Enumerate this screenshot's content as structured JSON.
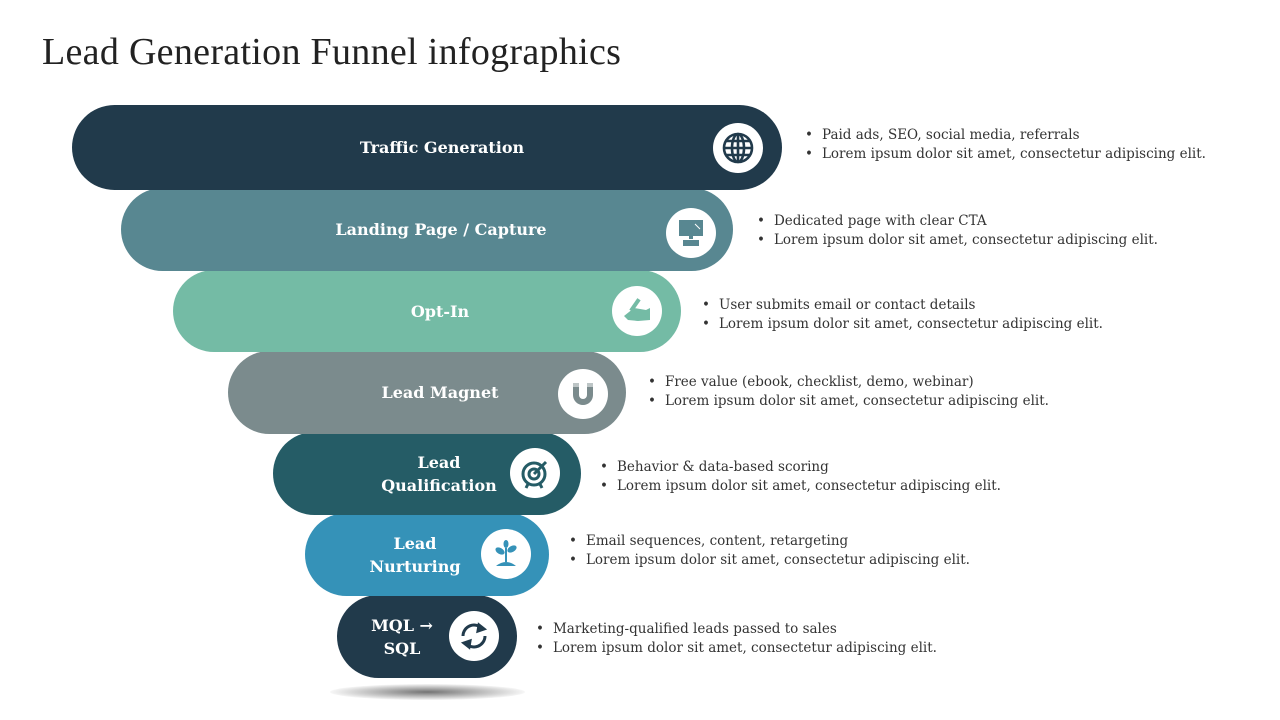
{
  "title": "Lead Generation Funnel infographics",
  "colors": {
    "navy": "#213a4b",
    "slate": "#588791",
    "mint": "#74bba5",
    "gray": "#7b8b8d",
    "teal": "#255c66",
    "blue": "#3592b8"
  },
  "stages": [
    {
      "label": "Traffic Generation",
      "icon": "globe-icon",
      "bullets": [
        "Paid ads, SEO, social media, referrals",
        "Lorem ipsum dolor sit amet, consectetur adipiscing elit."
      ]
    },
    {
      "label": "Landing Page / Capture",
      "icon": "computer-icon",
      "bullets": [
        "Dedicated page with clear CTA",
        "Lorem ipsum dolor sit amet, consectetur adipiscing elit."
      ]
    },
    {
      "label": "Opt-In",
      "icon": "hand-signing-icon",
      "bullets": [
        "User submits email or contact details",
        "Lorem ipsum dolor sit amet, consectetur adipiscing elit."
      ]
    },
    {
      "label": "Lead Magnet",
      "icon": "magnet-icon",
      "bullets": [
        "Free value (ebook, checklist, demo, webinar)",
        "Lorem ipsum dolor sit amet, consectetur adipiscing elit."
      ]
    },
    {
      "label": "Lead Qualification",
      "icon": "target-icon",
      "bullets": [
        "Behavior & data-based scoring",
        "Lorem ipsum dolor sit amet, consectetur adipiscing elit."
      ]
    },
    {
      "label": "Lead Nurturing",
      "icon": "sprout-icon",
      "bullets": [
        "Email sequences, content, retargeting",
        "Lorem ipsum dolor sit amet, consectetur adipiscing elit."
      ]
    },
    {
      "label": "MQL → SQL",
      "icon": "refresh-icon",
      "bullets": [
        "Marketing-qualified leads passed to sales",
        "Lorem ipsum dolor sit amet, consectetur adipiscing elit."
      ]
    }
  ]
}
